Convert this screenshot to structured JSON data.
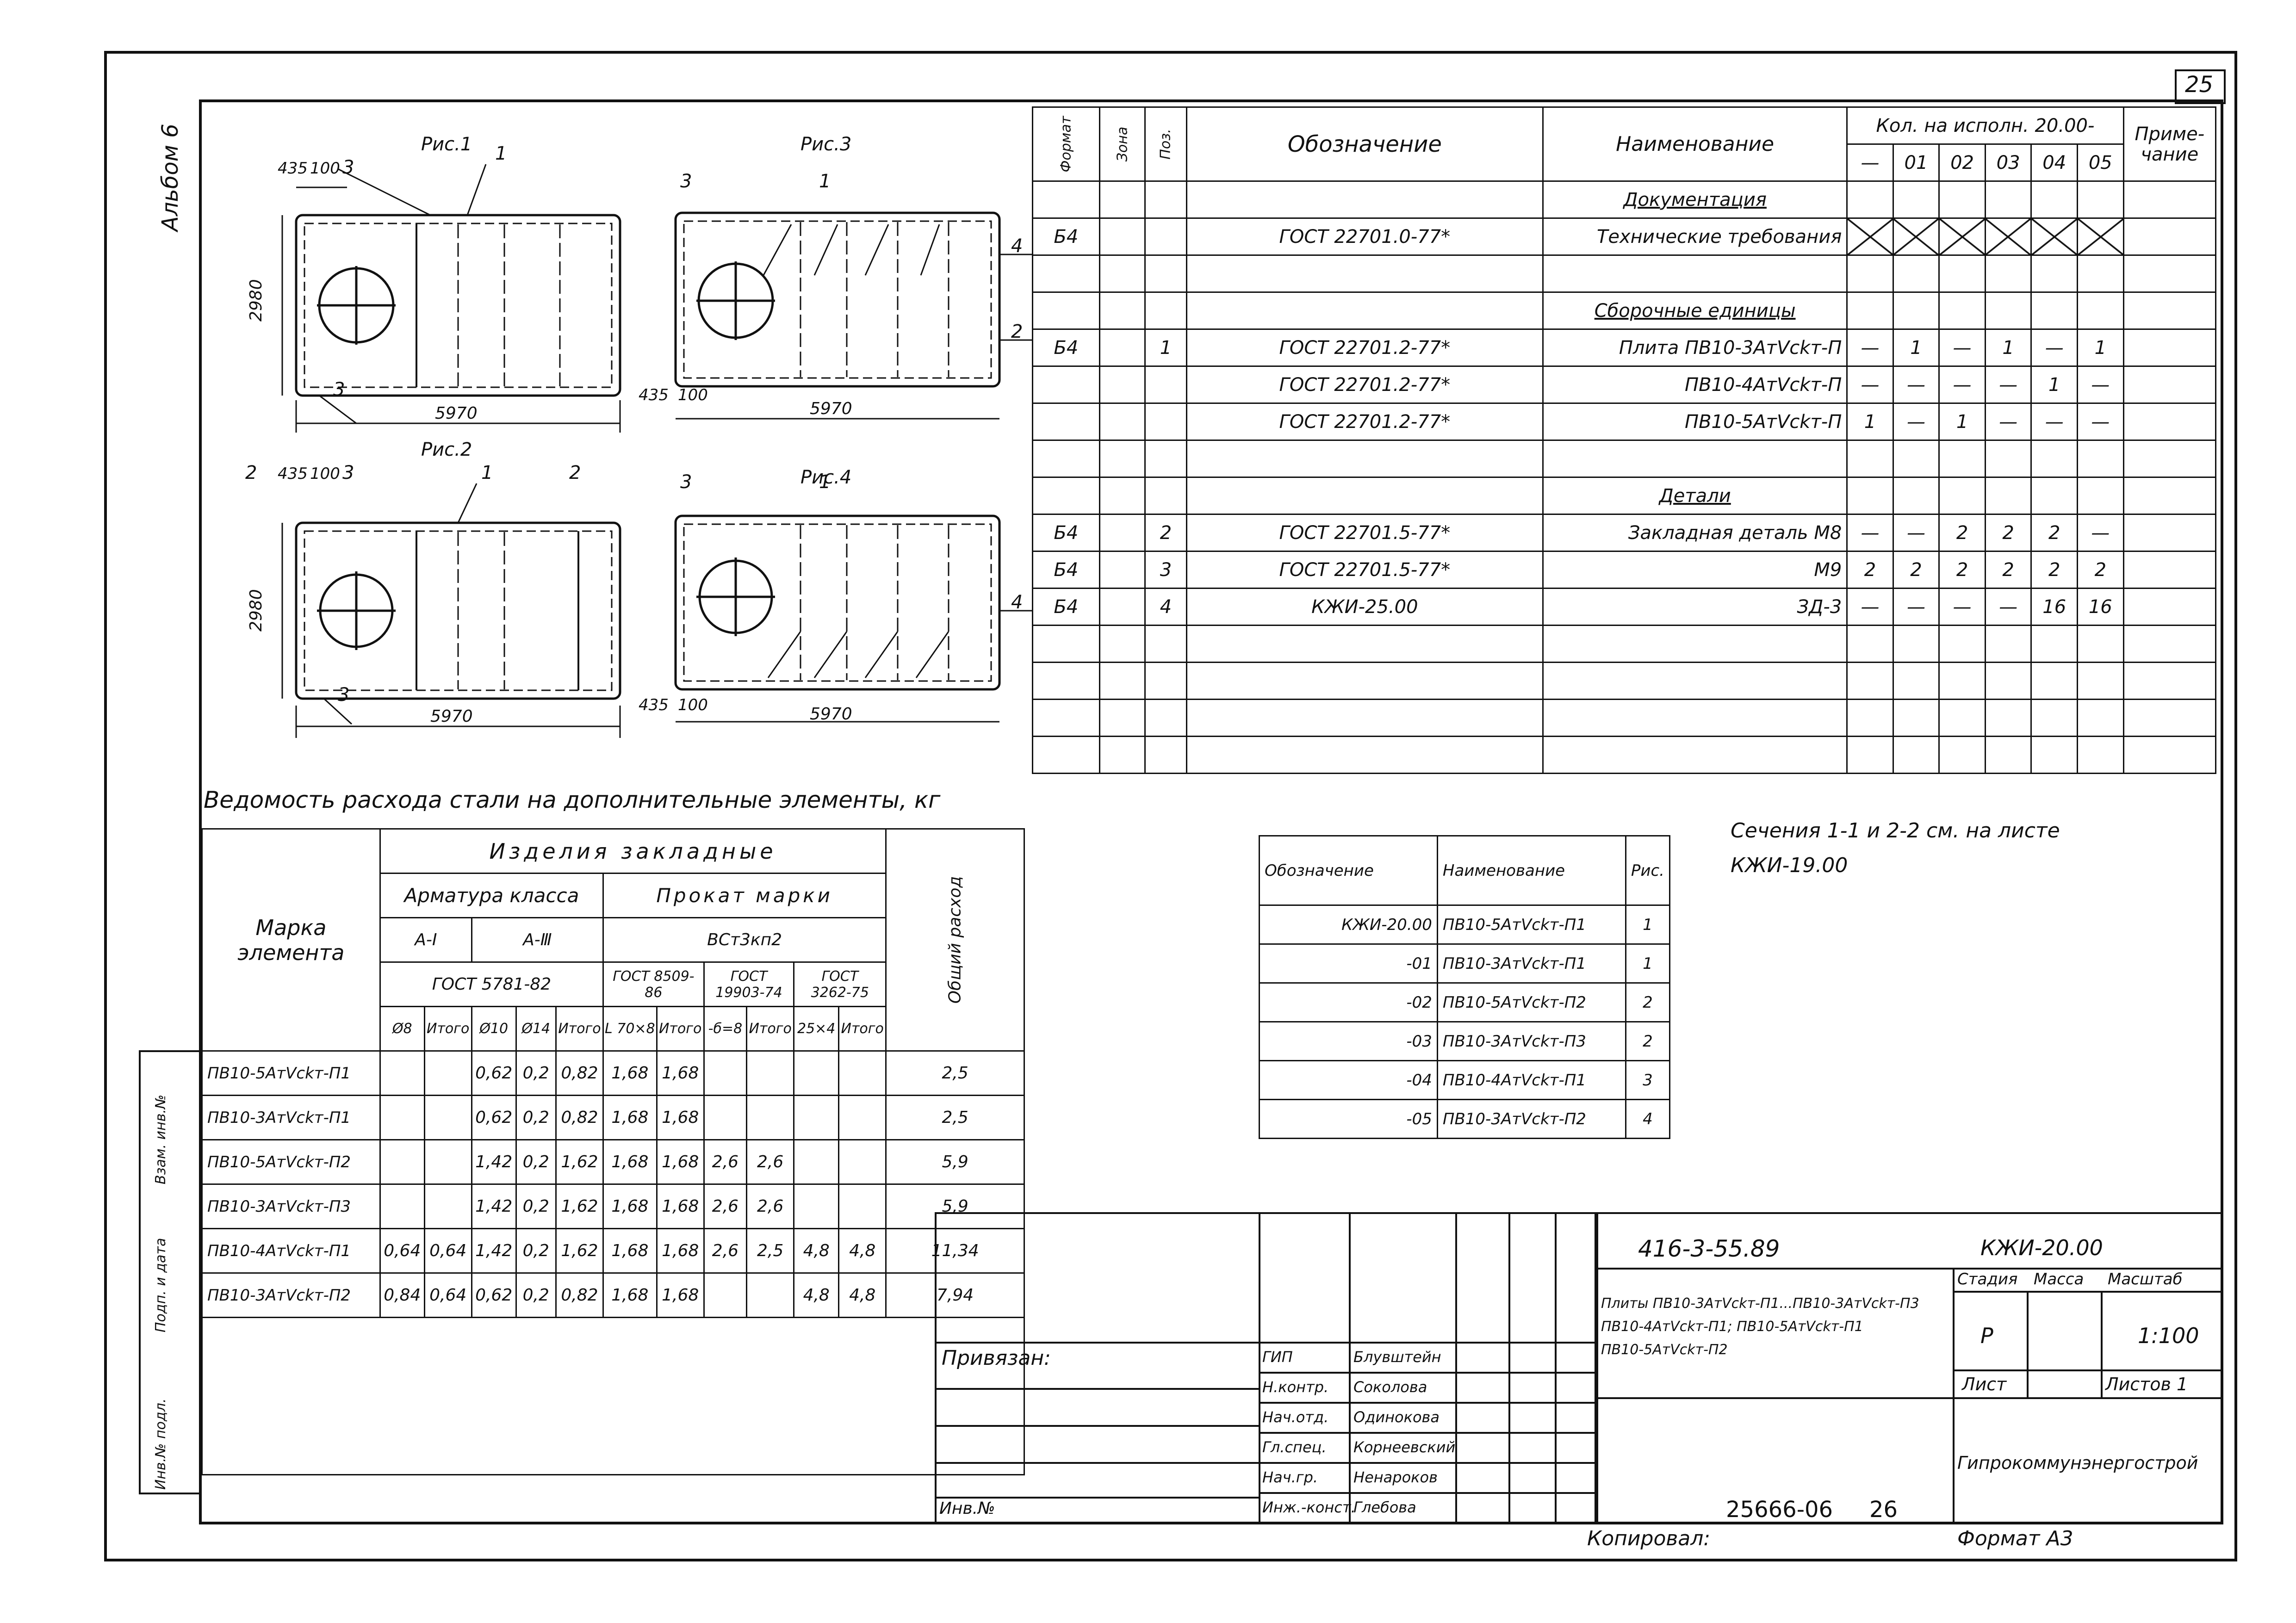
{
  "sheet": {
    "number": "25",
    "album_label": "Альбом 6",
    "copy_number": "25666-06",
    "copy_sheet": "26",
    "copied": "Копировал:",
    "format": "Формат А3"
  },
  "figures": [
    {
      "title": "Рис.1",
      "dims": {
        "w": "5970",
        "h": "2980",
        "a": "435",
        "b": "100"
      },
      "callouts": [
        "3",
        "1",
        "3"
      ]
    },
    {
      "title": "Рис.2",
      "dims": {
        "w": "5970",
        "h": "2980",
        "a": "435",
        "b": "100"
      },
      "callouts": [
        "2",
        "3",
        "1",
        "2",
        "3"
      ]
    },
    {
      "title": "Рис.3",
      "dims": {
        "w": "5970",
        "a": "435",
        "b": "100"
      },
      "callouts": [
        "3",
        "1",
        "4",
        "2"
      ]
    },
    {
      "title": "Рис.4",
      "dims": {
        "w": "5970",
        "a": "435",
        "b": "100"
      },
      "callouts": [
        "3",
        "1",
        "4"
      ]
    }
  ],
  "spec": {
    "headers": {
      "format": "Формат",
      "zone": "Зона",
      "pos": "Поз.",
      "designation": "Обозначение",
      "name": "Наименование",
      "qty": "Кол. на исполн. 20.00-",
      "note": "Приме-чание"
    },
    "qty_cols": [
      "—",
      "01",
      "02",
      "03",
      "04",
      "05"
    ],
    "rows": [
      {
        "fmt": "",
        "pos": "",
        "des": "",
        "name": "Документация",
        "section": true,
        "q": [
          "",
          "",
          "",
          "",
          "",
          ""
        ]
      },
      {
        "fmt": "Б4",
        "pos": "",
        "des": "ГОСТ 22701.0-77*",
        "name": "Технические требования",
        "cross": true,
        "q": [
          "",
          "",
          "",
          "",
          "",
          ""
        ]
      },
      {
        "fmt": "",
        "pos": "",
        "des": "",
        "name": "",
        "q": [
          "",
          "",
          "",
          "",
          "",
          ""
        ]
      },
      {
        "fmt": "",
        "pos": "",
        "des": "",
        "name": "Сборочные единицы",
        "section": true,
        "q": [
          "",
          "",
          "",
          "",
          "",
          ""
        ]
      },
      {
        "fmt": "Б4",
        "pos": "1",
        "des": "ГОСТ 22701.2-77*",
        "name": "Плита ПВ10-3АтⅤckт-П",
        "q": [
          "—",
          "1",
          "—",
          "1",
          "—",
          "1"
        ]
      },
      {
        "fmt": "",
        "pos": "",
        "des": "ГОСТ 22701.2-77*",
        "name": "ПВ10-4АтⅤckт-П",
        "q": [
          "—",
          "—",
          "—",
          "—",
          "1",
          "—"
        ]
      },
      {
        "fmt": "",
        "pos": "",
        "des": "ГОСТ 22701.2-77*",
        "name": "ПВ10-5АтⅤckт-П",
        "q": [
          "1",
          "—",
          "1",
          "—",
          "—",
          "—"
        ]
      },
      {
        "fmt": "",
        "pos": "",
        "des": "",
        "name": "",
        "q": [
          "",
          "",
          "",
          "",
          "",
          ""
        ]
      },
      {
        "fmt": "",
        "pos": "",
        "des": "",
        "name": "Детали",
        "section": true,
        "q": [
          "",
          "",
          "",
          "",
          "",
          ""
        ]
      },
      {
        "fmt": "Б4",
        "pos": "2",
        "des": "ГОСТ 22701.5-77*",
        "name": "Закладная деталь М8",
        "q": [
          "—",
          "—",
          "2",
          "2",
          "2",
          "—"
        ]
      },
      {
        "fmt": "Б4",
        "pos": "3",
        "des": "ГОСТ 22701.5-77*",
        "name": "М9",
        "q": [
          "2",
          "2",
          "2",
          "2",
          "2",
          "2"
        ]
      },
      {
        "fmt": "Б4",
        "pos": "4",
        "des": "КЖИ-25.00",
        "name": "ЗД-3",
        "q": [
          "—",
          "—",
          "—",
          "—",
          "16",
          "16"
        ]
      }
    ]
  },
  "steel": {
    "title": "Ведомость расхода стали на дополнительные элементы, кг",
    "h_mark": "Марка элемента",
    "h_embedded": "Изделия закладные",
    "h_rebar": "Арматура класса",
    "h_rolled": "Прокат марки",
    "h_total": "Общий расход",
    "h_ai": "А-Ⅰ",
    "h_aiii": "А-Ⅲ",
    "h_gost_rebar": "ГОСТ 5781-82",
    "h_grade": "ВСт3кп2",
    "h_gost1": "ГОСТ 8509-86",
    "h_gost2": "ГОСТ 19903-74",
    "h_gost3": "ГОСТ 3262-75",
    "sub": [
      "Ø8",
      "Итого",
      "Ø10",
      "Ø14",
      "Итого",
      "L 70×8",
      "Итого",
      "-б=8",
      "Итого",
      "25×4",
      "Итого"
    ],
    "rows": [
      {
        "mark": "ПВ10-5АтⅤckт-П1",
        "v": [
          "",
          "",
          "0,62",
          "0,2",
          "0,82",
          "1,68",
          "1,68",
          "",
          "",
          "",
          "",
          "2,5"
        ]
      },
      {
        "mark": "ПВ10-3АтⅤckт-П1",
        "v": [
          "",
          "",
          "0,62",
          "0,2",
          "0,82",
          "1,68",
          "1,68",
          "",
          "",
          "",
          "",
          "2,5"
        ]
      },
      {
        "mark": "ПВ10-5АтⅤckт-П2",
        "v": [
          "",
          "",
          "1,42",
          "0,2",
          "1,62",
          "1,68",
          "1,68",
          "2,6",
          "2,6",
          "",
          "",
          "5,9"
        ]
      },
      {
        "mark": "ПВ10-3АтⅤckт-П3",
        "v": [
          "",
          "",
          "1,42",
          "0,2",
          "1,62",
          "1,68",
          "1,68",
          "2,6",
          "2,6",
          "",
          "",
          "5,9"
        ]
      },
      {
        "mark": "ПВ10-4АтⅤckт-П1",
        "v": [
          "0,64",
          "0,64",
          "1,42",
          "0,2",
          "1,62",
          "1,68",
          "1,68",
          "2,6",
          "2,5",
          "4,8",
          "4,8",
          "11,34"
        ]
      },
      {
        "mark": "ПВ10-3АтⅤckт-П2",
        "v": [
          "0,84",
          "0,64",
          "0,62",
          "0,2",
          "0,82",
          "1,68",
          "1,68",
          "",
          "",
          "4,8",
          "4,8",
          "7,94"
        ]
      }
    ],
    "side": [
      "Инв.№ подл.",
      "Подп. и дата",
      "Взам. инв.№"
    ]
  },
  "legend": {
    "headers": [
      "Обозначение",
      "Наименование",
      "Рис."
    ],
    "rows": [
      [
        "КЖИ-20.00",
        "ПВ10-5АтⅤckт-П1",
        "1"
      ],
      [
        "-01",
        "ПВ10-3АтⅤckт-П1",
        "1"
      ],
      [
        "-02",
        "ПВ10-5АтⅤckт-П2",
        "2"
      ],
      [
        "-03",
        "ПВ10-3АтⅤckт-П3",
        "2"
      ],
      [
        "-04",
        "ПВ10-4АтⅤckт-П1",
        "3"
      ],
      [
        "-05",
        "ПВ10-3АтⅤckт-П2",
        "4"
      ]
    ]
  },
  "note": {
    "line1": "Сечения 1-1 и 2-2 см. на листе",
    "line2": "КЖИ-19.00"
  },
  "title_block": {
    "project": "416-3-55.89",
    "doc": "КЖИ-20.00",
    "desc1": "Плиты ПВ10-3АтⅤckт-П1...ПВ10-3АтⅤckт-П3",
    "desc2": "ПВ10-4АтⅤckт-П1; ПВ10-5АтⅤckт-П1",
    "desc3": "ПВ10-5АтⅤckт-П2",
    "stage_h": "Стадия",
    "mass_h": "Масса",
    "scale_h": "Масштаб",
    "stage": "Р",
    "scale": "1:100",
    "sheet": "Лист",
    "sheets": "Листов 1",
    "org": "Гипрокоммунэнергострой",
    "bound": "Привязан:",
    "inv": "Инв.№",
    "people": [
      [
        "ГИП",
        "Блувштейн"
      ],
      [
        "Н.контр.",
        "Соколова"
      ],
      [
        "Нач.отд.",
        "Одинокова"
      ],
      [
        "Гл.спец.",
        "Корнеевский"
      ],
      [
        "Нач.гр.",
        "Ненароков"
      ],
      [
        "Инж.-конст.",
        "Глебова"
      ]
    ]
  }
}
